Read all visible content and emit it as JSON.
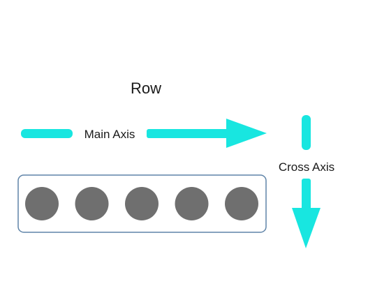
{
  "diagram": {
    "title": "Row",
    "main_axis_label": "Main Axis",
    "cross_axis_label": "Cross Axis",
    "item_count": 5,
    "colors": {
      "arrow": "#18e6e0",
      "item": "#6f6f6f",
      "container_border": "#5f84a8",
      "text": "#1a1a1a"
    }
  }
}
